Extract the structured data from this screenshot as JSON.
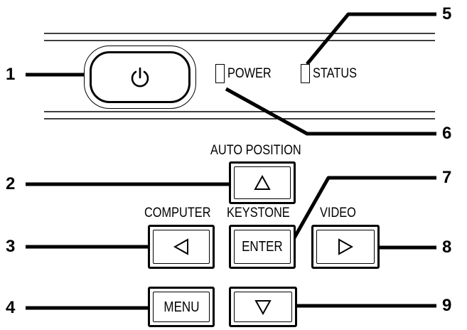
{
  "callouts": [
    "1",
    "2",
    "3",
    "4",
    "5",
    "6",
    "7",
    "8",
    "9"
  ],
  "labels": {
    "auto_position": "AUTO POSITION",
    "computer": "COMPUTER",
    "keystone": "KEYSTONE",
    "video": "VIDEO"
  },
  "indicators": {
    "power": "POWER",
    "status": "STATUS"
  },
  "buttons": {
    "power_icon": "power-symbol-icon",
    "up_icon": "triangle-up-icon",
    "left_icon": "triangle-left-icon",
    "enter": "ENTER",
    "right_icon": "triangle-right-icon",
    "menu": "MENU",
    "down_icon": "triangle-down-icon"
  }
}
